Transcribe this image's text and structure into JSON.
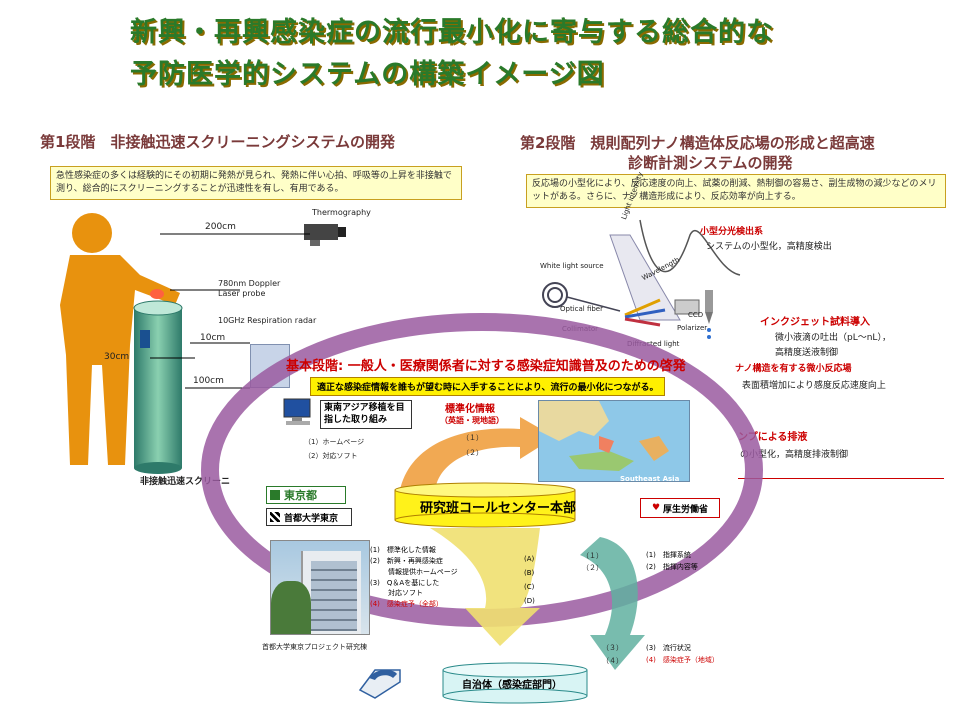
{
  "title": {
    "line1": "新興・再興感染症の流行最小化に寄与する総合的な",
    "line2": "予防医学的システムの構築イメージ図"
  },
  "stage1": {
    "heading": "第1段階　非接触迅速スクリーニングシステムの開発",
    "note": "急性感染症の多くは経験的にその初期に発熱が見られ、発熱に伴い心拍、呼吸等の上昇を非接触で測り、総合的にスクリーニングすることが迅速性を有し、有用である。",
    "labels": {
      "d200": "200cm",
      "thermography": "Thermography",
      "doppler": "780nm Doppler\nLaser probe",
      "radar": "10GHz Respiration radar",
      "d10": "10cm",
      "d30": "30cm",
      "d100": "100cm",
      "caption": "非接触迅速スクリーニ"
    }
  },
  "stage2": {
    "heading_line1": "第2段階　規則配列ナノ構造体反応場の形成と超高速",
    "heading_line2": "診断計測システムの開発",
    "note": "反応場の小型化により、反応速度の向上、試薬の削減、熱制御の容易さ、副生成物の減少などのメリットがある。さらに、ナノ構造形成により、反応効率が向上する。",
    "spectro_title": "小型分光検出系",
    "spectro_desc": "システムの小型化，高精度検出",
    "inkjet_title": "インクジェット試料導入",
    "inkjet_desc1": "微小液滴の吐出（pL～nL），",
    "inkjet_desc2": "高精度送液制御",
    "nano_title": "ナノ構造を有する微小反応場",
    "nano_desc": "表面積増加により感度反応速度向上",
    "pump_title": "ンプによる排液",
    "pump_desc": "の小型化，高精度排液制御",
    "optics": {
      "white_light": "White light source",
      "optical_fiber": "Optical fiber",
      "collimator": "Collimator",
      "diffracted": "Diffracted light",
      "polarizer": "Polarizer",
      "ccd": "CCD",
      "light_intensity": "Light intensity",
      "wavelength": "Wavelength"
    }
  },
  "basic": {
    "heading": "基本段階: 一般人・医療関係者に対する感染症知識普及のための啓発",
    "banner": "適正な感染症情報を誰もが望む時に入手することにより、流行の最小化につながる。",
    "sea_box": "東南アジア移植を目指した取り組み",
    "hp": "（1）ホームページ",
    "soft": "（2）対応ソフト",
    "std_title": "標準化情報",
    "std_sub": "（英語・現地語）",
    "std1": "（１）",
    "std2": "（２）",
    "map_label": "Southeast Asia",
    "tokyo": "東京都",
    "univ": "首都大学東京",
    "callcenter": "研究班コールセンター本部",
    "mhlw": "厚生労働省",
    "list_a": [
      "(A)",
      "(B)",
      "(C)",
      "(D)"
    ],
    "items_left": [
      "(1)　標準化した情報",
      "(2)　新興・再興感染症",
      "情報提供ホームページ",
      "(3)　Q＆Aを基にした",
      "対応ソフト",
      "(4)　感染症予（全部）"
    ],
    "items_right_top": [
      "(1)　指揮系統",
      "(2)　指揮内容等"
    ],
    "num_mid1": "（１）",
    "num_mid2": "（２）",
    "num_mid3": "（３）",
    "num_mid4": "（４）",
    "items_right_bottom": [
      "(3)　流行状況",
      "(4)　感染症予（地域）"
    ],
    "building_caption": "首都大学東京プロジェクト研究棟",
    "local_gov": "自治体（感染症部門）"
  },
  "colors": {
    "title_green": "#2a7a2a",
    "ring_purple": "#9a5aa0",
    "accent_red": "#cc0000",
    "yellow": "#fff000",
    "arrow_orange": "#f0a040",
    "arrow_yellow": "#f0e070",
    "arrow_teal": "#60b0a0"
  }
}
